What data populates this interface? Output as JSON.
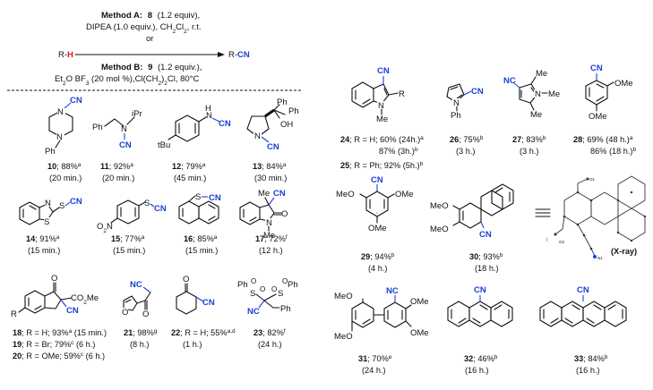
{
  "scheme": {
    "reactant": "R-",
    "reactant_h": "H",
    "product": "R-",
    "product_cn": "CN",
    "or_label": "or",
    "method_a": {
      "name": "Method A:",
      "reagent": "8",
      "reagent_amount": "(1.2 equiv),",
      "line2": "DIPEA (1.0 equiv.), CH",
      "line2_sub": "2",
      "line2_b": "Cl",
      "line2_sub2": "2",
      "line2_c": ", r.t."
    },
    "method_b": {
      "name": "Method B:",
      "reagent": "9",
      "reagent_amount": "(1.2 equiv.),",
      "line2_a": "Et",
      "line2_sub1": "2",
      "line2_b": "O BF",
      "line2_sub2": "3",
      "line2_c": " (20 mol %),Cl(CH",
      "line2_sub3": "2",
      "line2_d": ")",
      "line2_sub4": "2",
      "line2_e": "Cl, 80°C"
    }
  },
  "compounds": [
    {
      "id": "10",
      "yield": "88%",
      "note": "a",
      "time": "(20 min.)"
    },
    {
      "id": "11",
      "yield": "92%",
      "note": "a",
      "time": "(20 min.)"
    },
    {
      "id": "12",
      "yield": "79%",
      "note": "a",
      "time": "(45 min.)"
    },
    {
      "id": "13",
      "yield": "84%",
      "note": "a",
      "time": "(30 min.)"
    },
    {
      "id": "14",
      "yield": "91%",
      "note": "a",
      "time": "(15 min.)"
    },
    {
      "id": "15",
      "yield": "77%",
      "note": "a",
      "time": "(15 min.)"
    },
    {
      "id": "16",
      "yield": "85%",
      "note": "a",
      "time": "(15 min.)"
    },
    {
      "id": "17",
      "yield": "72%",
      "note": "f",
      "time": "(12 h.)"
    },
    {
      "id": "18",
      "text": "; R = H; 93%",
      "note": "a",
      "time": " (15 min.)"
    },
    {
      "id": "19",
      "text": "; R = Br; 79%",
      "note": "c",
      "time": " (6 h.)"
    },
    {
      "id": "20",
      "text": "; R = OMe; 59%",
      "note": "c",
      "time": " (6 h.)"
    },
    {
      "id": "21",
      "yield": "98%",
      "note": "g",
      "time": "(8 h.)"
    },
    {
      "id": "22",
      "text": "; R = H; 55%",
      "note": "a,d",
      "time": "(1 h.)"
    },
    {
      "id": "23",
      "yield": "82%",
      "note": "f",
      "time": "(24 h.)"
    },
    {
      "id": "24",
      "text": "; R = H; 60% (24h.)",
      "note": "a",
      "line2": "87% (3h.)",
      "note2": "b"
    },
    {
      "id": "25",
      "text": "; R = Ph; 92% (5h.)",
      "note": "b"
    },
    {
      "id": "26",
      "yield": "75%",
      "note": "b",
      "time": "(3 h.)"
    },
    {
      "id": "27",
      "yield": "83%",
      "note": "b",
      "time": "(3 h.)"
    },
    {
      "id": "28",
      "text": "; 69% (48 h.)",
      "note": "a",
      "line2": "86% (18 h.)",
      "note2": "b"
    },
    {
      "id": "29",
      "yield": "94%",
      "note": "b",
      "time": "(4 h.)"
    },
    {
      "id": "30",
      "yield": "93%",
      "note": "b",
      "time": "(18 h.)"
    },
    {
      "id": "31",
      "yield": "70%",
      "note": "e",
      "time": "(24 h.)"
    },
    {
      "id": "32",
      "yield": "46%",
      "note": "b",
      "time": "(16 h.)"
    },
    {
      "id": "33",
      "yield": "84%",
      "note": "b",
      "time": "(16 h.)"
    }
  ],
  "atoms": {
    "cn": "CN",
    "nc": "NC",
    "n": "N",
    "h": "H",
    "o": "O",
    "s": "S",
    "me": "Me",
    "ome": "OMe",
    "ph": "Ph",
    "ipr": "iPr",
    "tbu": "tBu",
    "oh": "OH",
    "o2n": "O",
    "o2n_sub": "2",
    "o2n_n": "N",
    "co2me": "CO",
    "co2me_sub": "2",
    "co2me_me": "Me",
    "r": "R",
    "meo": "MeO"
  },
  "xray": {
    "label": "(X-ray)",
    "o1": "O1",
    "o2": "O2",
    "n1": "N1"
  }
}
